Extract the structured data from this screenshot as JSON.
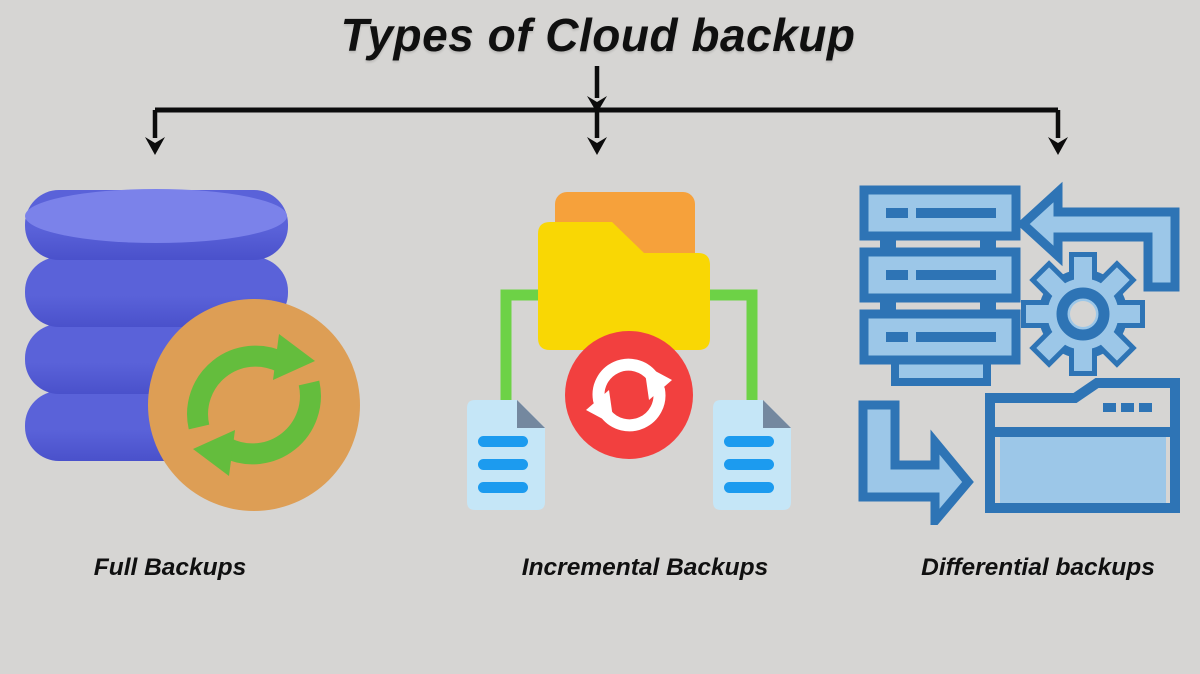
{
  "title": "Types of Cloud backup",
  "branches": [
    {
      "label": "Full Backups",
      "icon": "database-sync-icon"
    },
    {
      "label": "Incremental Backups",
      "icon": "folder-sync-icon"
    },
    {
      "label": "Differential backups",
      "icon": "server-transfer-icon"
    }
  ],
  "colors": {
    "background": "#d6d5d3",
    "connector": "#0c0c0c",
    "text": "#101010",
    "database_blue_light": "#7b82ea",
    "database_blue": "#5a62d9",
    "database_blue_dark": "#4a51cb",
    "sync_circle_orange": "#dd9e55",
    "sync_arrow_green": "#64bd3d",
    "folder_back_orange": "#f6a13b",
    "folder_front_yellow": "#f9d704",
    "connector_green": "#6dd246",
    "document_blue": "#c5e6f7",
    "document_fold_slate": "#74889f",
    "document_line_blue": "#1c9bef",
    "sync_badge_red": "#f2403f",
    "sync_badge_arrow_white": "#ffffff",
    "outline_blue": "#2e74b5",
    "fill_light_blue": "#9cc7e8"
  }
}
